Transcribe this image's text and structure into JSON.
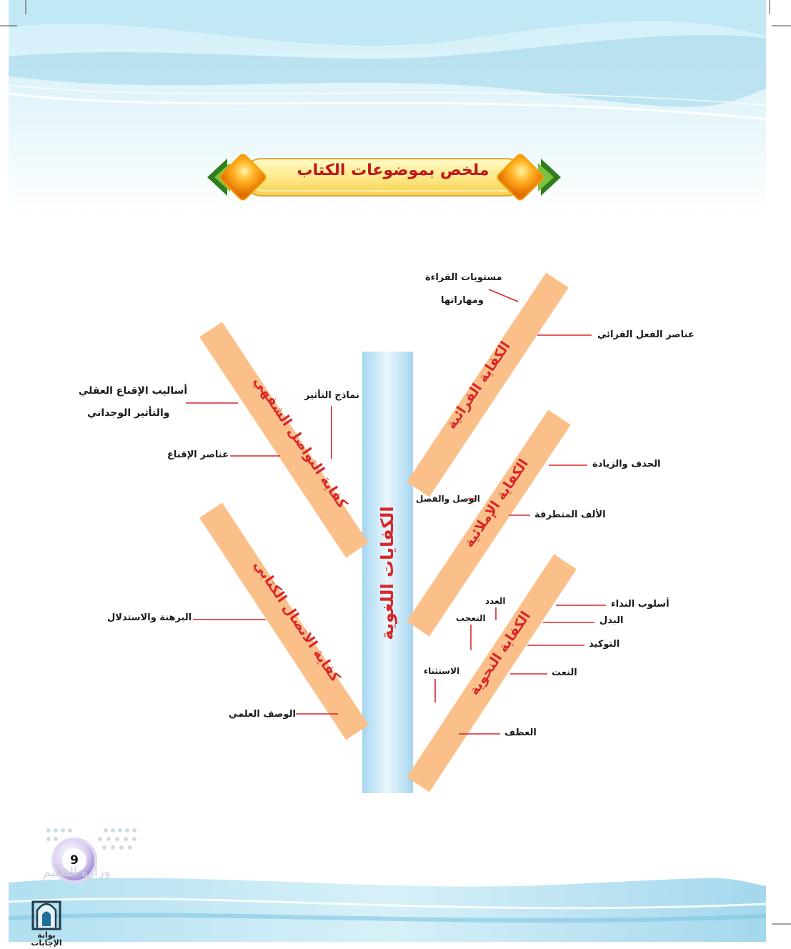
{
  "header": {
    "title": "ملخص بموضوعات الكتاب"
  },
  "trunk": {
    "label": "الكفايات اللغوية"
  },
  "branches": {
    "reading": "الكفاية القرائية",
    "spelling": "الكفاية الإملائية",
    "grammar": "الكفاية النحوية",
    "oral": "كفاية التواصل الشفهي",
    "written": "كفاية الاتصال الكتابي"
  },
  "labels": {
    "reading_levels_1": "مستويات القراءة",
    "reading_levels_2": "ومهاراتها",
    "reading_act": "عناصر الفعل القرائي",
    "deletion": "الحذف والزيادة",
    "joining": "الوصل والفصل",
    "final_alif": "الألف المتطرفة",
    "vocative": "أسلوب النداء",
    "badal": "البدل",
    "number": "العدد",
    "exclamation": "التعجب",
    "emphasis": "التوكيد",
    "adjective": "النعت",
    "exception": "الاستثناء",
    "conjunction": "العطف",
    "persuasion_1": "أساليب الإقناع العقلي",
    "persuasion_2": "والتأثير الوجداني",
    "influence_models": "نماذج التأثير",
    "persuasion_elements": "عناصر الإقناع",
    "argumentation": "البرهنة والاستدلال",
    "scientific": "الوصف العلمي"
  },
  "footer": {
    "page_number": "9",
    "ministry": "وزارة التعليم",
    "site": "بوابة الإجابات"
  },
  "colors": {
    "branch": "#fbc08a",
    "trunk": "#bfe3f5",
    "branch_text": "#d8262a",
    "title_text": "#c0141b",
    "leader_line": "#d8262a",
    "wave": "#9fd6ea"
  }
}
